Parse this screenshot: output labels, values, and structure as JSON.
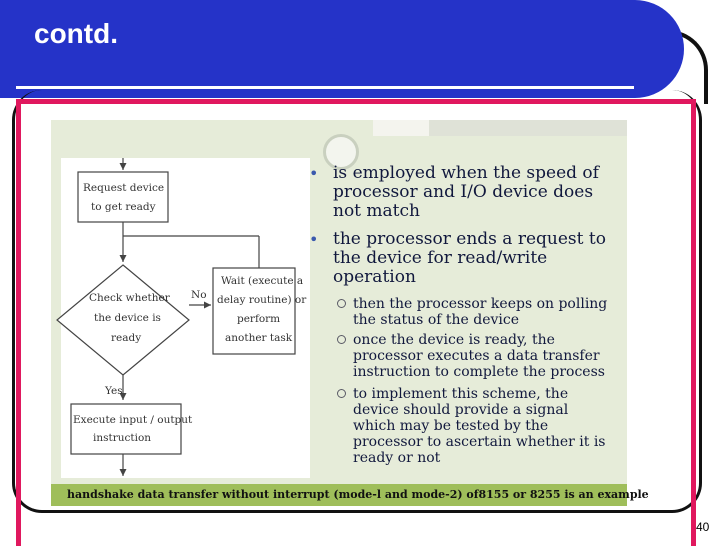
{
  "slide": {
    "title": "contd.",
    "page_number": "40"
  },
  "flowchart": {
    "box1_line1": "Request device",
    "box1_line2": "to get ready",
    "diamond_line1": "Check whether",
    "diamond_line2": "the device is",
    "diamond_line3": "ready",
    "box2_line1": "Wait (execute a",
    "box2_line2": "delay routine) or",
    "box2_line3": "perform",
    "box2_line4": "another task",
    "label_no": "No",
    "label_yes": "Yes",
    "box3_line1": "Execute input / output",
    "box3_line2": "instruction"
  },
  "bullets": [
    {
      "text": "is employed when the speed of processor and I/O device does not match"
    },
    {
      "text": "the processor ends a request to the device for read/write operation"
    }
  ],
  "sub_bullets": [
    {
      "text": "then the processor keeps on polling the status of the device"
    },
    {
      "text": "once the device is ready, the processor executes a data transfer instruction to complete the process"
    },
    {
      "text": "to implement this scheme, the device should provide a signal which may be tested by the processor to ascertain whether it is ready or not"
    }
  ],
  "footer": {
    "text": "handshake data transfer without interrupt (mode-l and mode-2) of8155 or 8255 is an example"
  },
  "colors": {
    "title_bar": "#2533c8",
    "frame_accent": "#e0185e",
    "footer_bar": "#9fbe5a"
  }
}
